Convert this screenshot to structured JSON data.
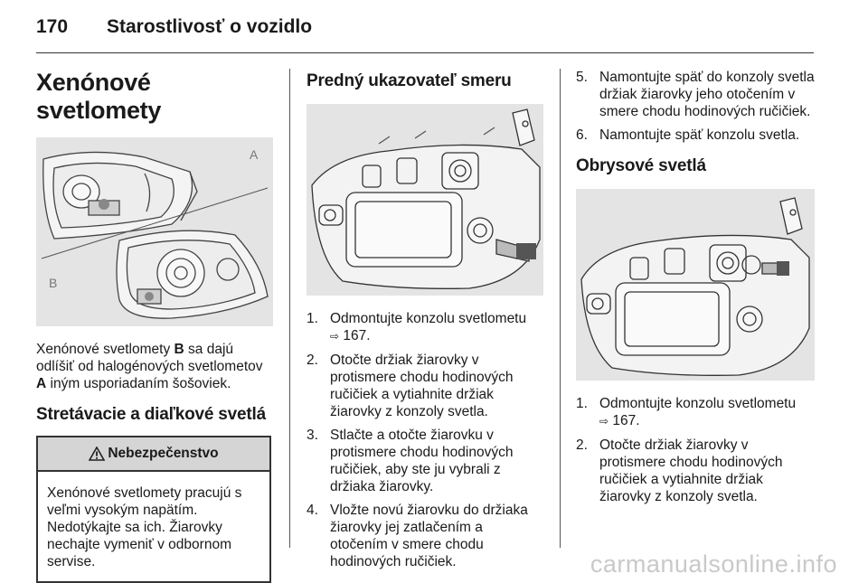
{
  "header": {
    "page_number": "170",
    "chapter_title": "Starostlivosť o vozidlo"
  },
  "left": {
    "title": "Xenónové svetlomety",
    "figure_labels": {
      "a": "A",
      "b": "B"
    },
    "intro": {
      "part1": "Xenónové svetlomety ",
      "b": "B",
      "part2": " sa dajú odlíšiť od halogénových svetlometov ",
      "a": "A",
      "part3": " iným usporiadaním šošoviek."
    },
    "section_title": "Stretávacie a diaľkové svetlá",
    "warning": {
      "title": "Nebezpečenstvo",
      "text": "Xenónové svetlomety pracujú s veľmi vysokým napätím. Nedotýkajte sa ich. Žiarovky nechajte vymeniť v odbornom servise."
    }
  },
  "middle": {
    "title": "Predný ukazovateľ smeru",
    "steps": [
      {
        "num": "1.",
        "text": "Odmontujte konzolu svetlometu",
        "ref": "167."
      },
      {
        "num": "2.",
        "text": "Otočte držiak žiarovky v protismere chodu hodinových ručičiek a vytiahnite držiak žiarovky z konzoly svetla."
      },
      {
        "num": "3.",
        "text": "Stlačte a otočte žiarovku v protismere chodu hodinových ručičiek, aby ste ju vybrali z držiaka žiarovky."
      },
      {
        "num": "4.",
        "text": "Vložte novú žiarovku do držiaka žiarovky jej zatlačením a otočením v smere chodu hodinových ručičiek."
      }
    ]
  },
  "right": {
    "steps_top": [
      {
        "num": "5.",
        "text": "Namontujte späť do konzoly svetla držiak žiarovky jeho otočením v smere chodu hodinových ručičiek."
      },
      {
        "num": "6.",
        "text": "Namontujte späť konzolu svetla."
      }
    ],
    "title": "Obrysové svetlá",
    "steps": [
      {
        "num": "1.",
        "text": "Odmontujte konzolu svetlometu",
        "ref": "167."
      },
      {
        "num": "2.",
        "text": "Otočte držiak žiarovky v protismere chodu hodinových ručičiek a vytiahnite držiak žiarovky z konzoly svetla."
      }
    ]
  },
  "icons": {
    "warning": "warning-triangle-icon",
    "page_ref": "page-reference-arrow-icon"
  },
  "watermark": "carmanualsonline.info"
}
